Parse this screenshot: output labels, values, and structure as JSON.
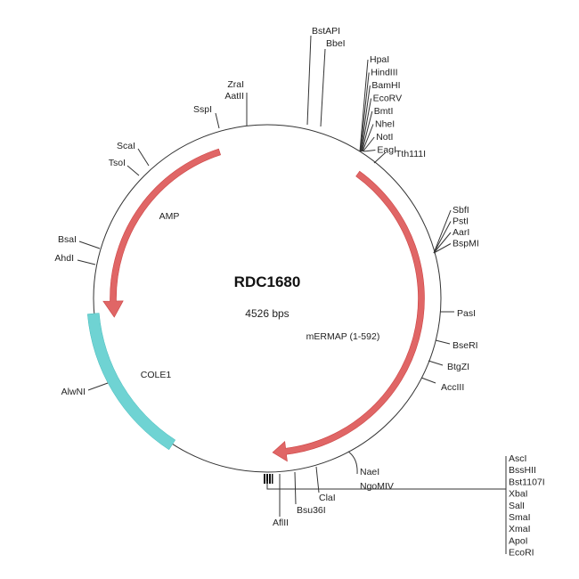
{
  "map": {
    "name": "RDC1680",
    "size_label": "4526 bps"
  },
  "features": {
    "amp": {
      "label": "AMP",
      "color": "#e06666"
    },
    "mermap": {
      "label": "mERMAP (1-592)",
      "color": "#e06666"
    },
    "cole1": {
      "label": "COLE1",
      "color": "#6fd3d3"
    }
  },
  "sites": {
    "top": [
      "BstAPI",
      "BbeI"
    ],
    "cluster_top": [
      "HpaI",
      "HindIII",
      "BamHI",
      "EcoRV",
      "BmtI",
      "NheI",
      "NotI",
      "EagI"
    ],
    "tth": "Tth111I",
    "cluster_right": [
      "SbfI",
      "PstI",
      "AarI",
      "BspMI"
    ],
    "right": [
      "PasI",
      "BseRI",
      "BtgZI",
      "AccIII"
    ],
    "nae": [
      "NaeI",
      "NgoMIV"
    ],
    "bottom": [
      "ClaI",
      "Bsu36I",
      "AflII"
    ],
    "cluster_bottom": [
      "AscI",
      "BssHII",
      "Bst1107I",
      "XbaI",
      "SalI",
      "SmaI",
      "XmaI",
      "ApoI",
      "EcoRI"
    ],
    "left": [
      "AlwNI",
      "BsaI",
      "AhdI",
      "ScaI",
      "TsoI",
      "SspI",
      "ZraI",
      "AatII"
    ]
  }
}
